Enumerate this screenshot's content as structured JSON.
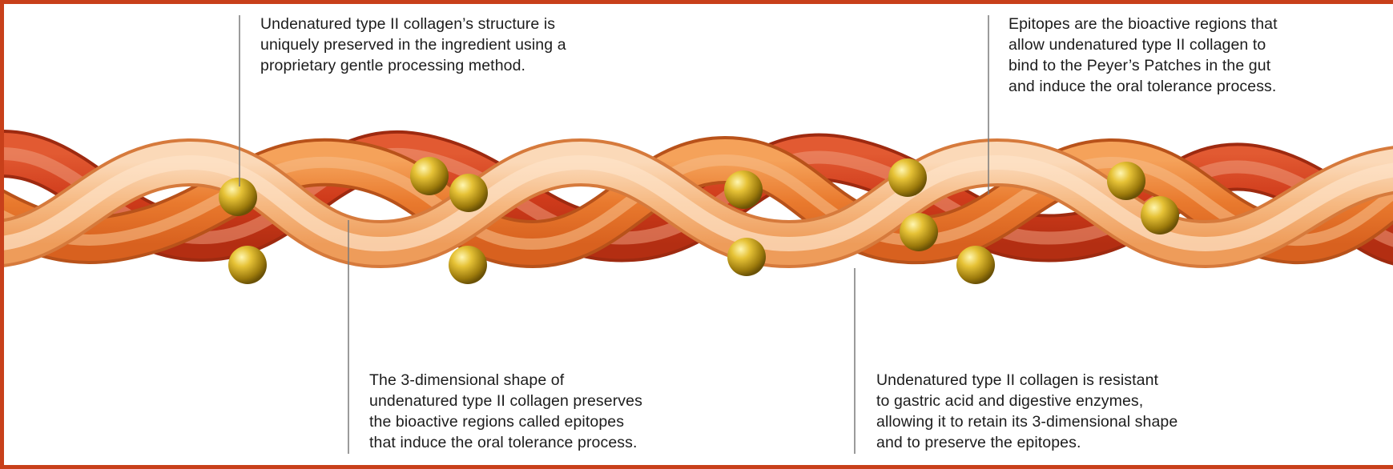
{
  "callouts": {
    "structure": {
      "lines": [
        "Undenatured type II collagen’s structure is",
        "uniquely preserved in the ingredient using a",
        "proprietary gentle processing method."
      ]
    },
    "epitopes": {
      "lines": [
        "Epitopes are the bioactive regions that",
        "allow undenatured type II collagen to",
        "bind to the Peyer’s Patches in the gut",
        "and induce the oral tolerance process."
      ]
    },
    "shape": {
      "lines": [
        "The 3-dimensional shape of",
        "undenatured type II collagen preserves",
        "the bioactive regions called epitopes",
        "that induce the oral tolerance process."
      ]
    },
    "resistant": {
      "lines": [
        "Undenatured type II collagen is resistant",
        "to gastric acid and digestive enzymes,",
        "allowing it to retain its 3-dimensional shape",
        "and to preserve the epitopes."
      ]
    }
  },
  "colors": {
    "frame": "#c8401a",
    "strand_dark": "#cc3a1a",
    "strand_mid": "#e8782e",
    "strand_light": "#f8c69a",
    "epitope": "#d9b21a",
    "leader_line": "#7a7a7a"
  }
}
